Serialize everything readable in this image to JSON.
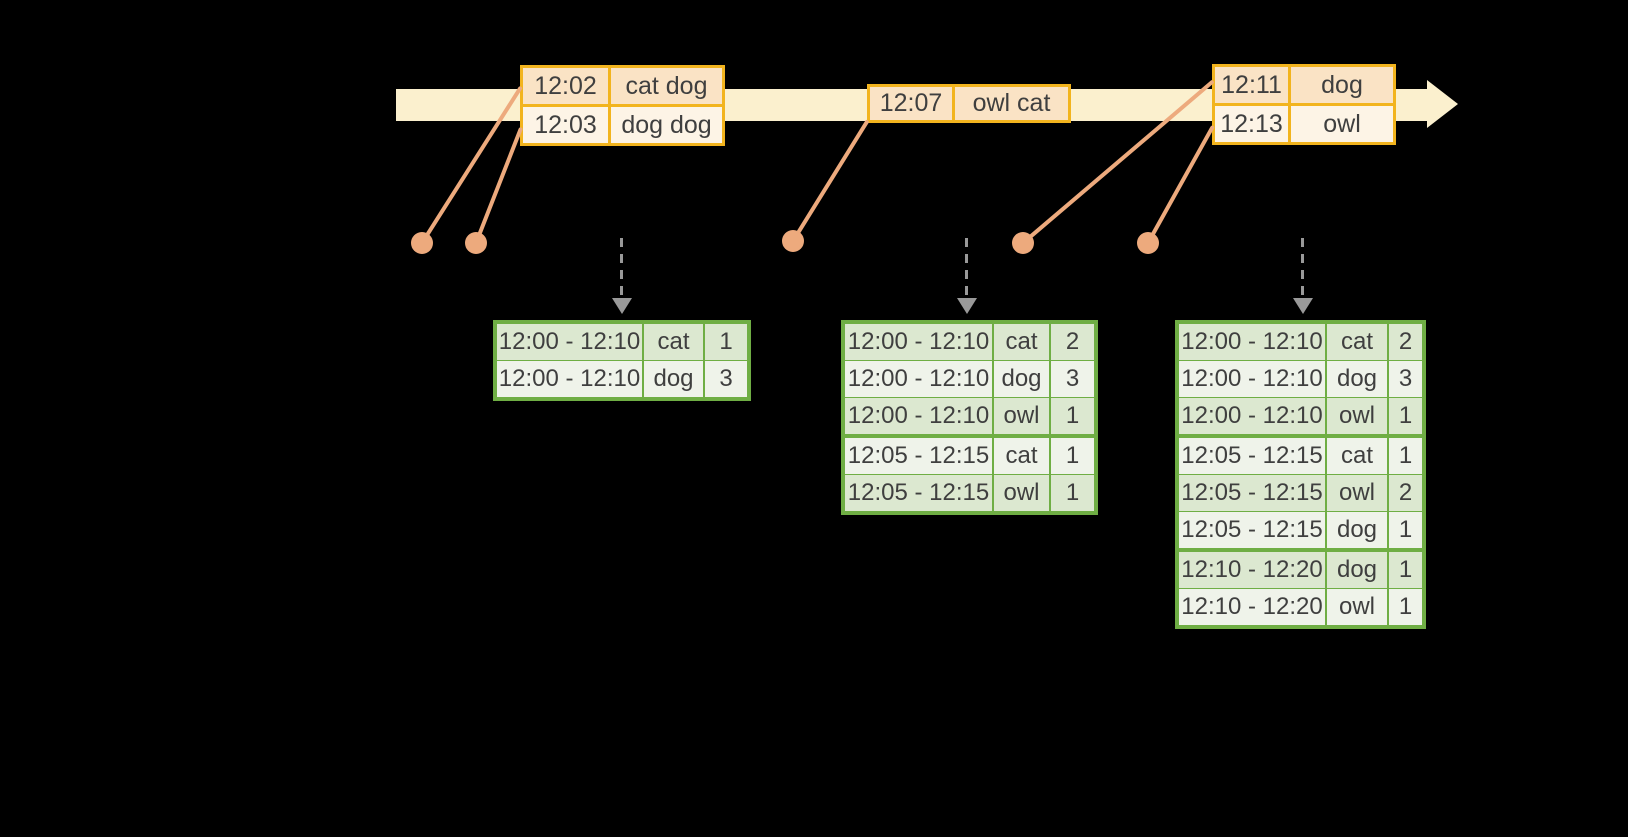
{
  "colors": {
    "background": "#000000",
    "timeline_band": "#FBF0CE",
    "event_table_border": "#F2B41E",
    "event_row_dark": "#FAE3C5",
    "event_row_light": "#FDF4E6",
    "dot_and_line": "#EDAA7D",
    "trigger_arrow_gray": "#999999",
    "result_table_border": "#6FAE44",
    "result_row_dark": "#DCE8D0",
    "result_row_light": "#EFF3EA",
    "text": "#3F3F3F"
  },
  "event_tables": [
    {
      "rows": [
        {
          "time": "12:02",
          "words": "cat dog"
        },
        {
          "time": "12:03",
          "words": "dog dog"
        }
      ]
    },
    {
      "rows": [
        {
          "time": "12:07",
          "words": "owl cat"
        }
      ]
    },
    {
      "rows": [
        {
          "time": "12:11",
          "words": "dog"
        },
        {
          "time": "12:13",
          "words": "owl"
        }
      ]
    }
  ],
  "result_tables": [
    {
      "rows": [
        {
          "window": "12:00 - 12:10",
          "word": "cat",
          "count": "1"
        },
        {
          "window": "12:00 - 12:10",
          "word": "dog",
          "count": "3"
        }
      ]
    },
    {
      "rows": [
        {
          "window": "12:00 - 12:10",
          "word": "cat",
          "count": "2"
        },
        {
          "window": "12:00 - 12:10",
          "word": "dog",
          "count": "3"
        },
        {
          "window": "12:00 - 12:10",
          "word": "owl",
          "count": "1"
        },
        {
          "window": "12:05 - 12:15",
          "word": "cat",
          "count": "1"
        },
        {
          "window": "12:05 - 12:15",
          "word": "owl",
          "count": "1"
        }
      ]
    },
    {
      "rows": [
        {
          "window": "12:00 - 12:10",
          "word": "cat",
          "count": "2"
        },
        {
          "window": "12:00 - 12:10",
          "word": "dog",
          "count": "3"
        },
        {
          "window": "12:00 - 12:10",
          "word": "owl",
          "count": "1"
        },
        {
          "window": "12:05 - 12:15",
          "word": "cat",
          "count": "1"
        },
        {
          "window": "12:05 - 12:15",
          "word": "owl",
          "count": "2"
        },
        {
          "window": "12:05 - 12:15",
          "word": "dog",
          "count": "1"
        },
        {
          "window": "12:10 - 12:20",
          "word": "dog",
          "count": "1"
        },
        {
          "window": "12:10 - 12:20",
          "word": "owl",
          "count": "1"
        }
      ]
    }
  ]
}
